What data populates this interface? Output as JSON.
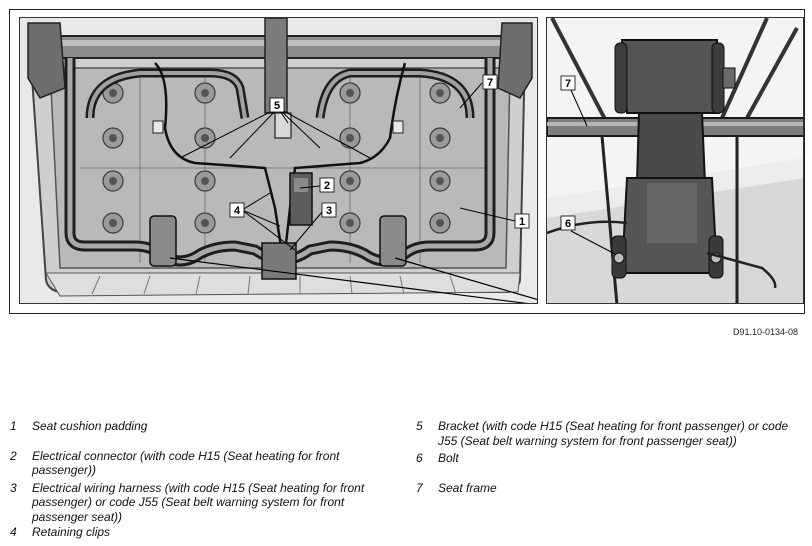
{
  "figure_id": "D91.10-0134-08",
  "callouts": {
    "c1": "1",
    "c2": "2",
    "c3": "3",
    "c4": "4",
    "c5": "5",
    "c6": "6",
    "c7": "7",
    "c7_detail": "7"
  },
  "legend": [
    {
      "num": "1",
      "text": "Seat cushion padding"
    },
    {
      "num": "2",
      "text": "Electrical connector (with code H15 (Seat heating for front passenger))"
    },
    {
      "num": "3",
      "text": "Electrical wiring harness (with code H15 (Seat heating for front passenger) or code J55 (Seat belt warning system for front passenger seat))"
    },
    {
      "num": "4",
      "text": "Retaining clips"
    },
    {
      "num": "5",
      "text": "Bracket (with code H15 (Seat heating for front passenger) or code J55 (Seat belt warning system for front passenger seat))"
    },
    {
      "num": "6",
      "text": "Bolt"
    },
    {
      "num": "7",
      "text": "Seat frame"
    }
  ]
}
